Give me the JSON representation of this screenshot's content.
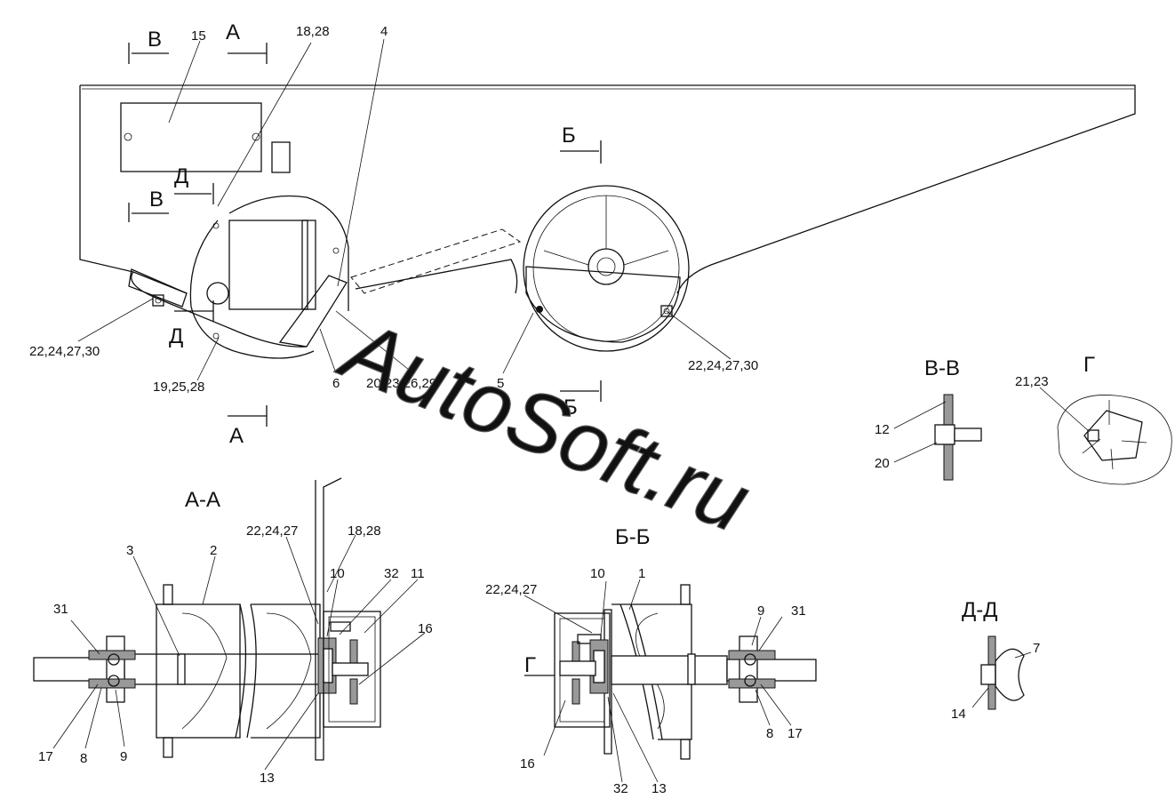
{
  "watermark": "AutoSoft.ru",
  "section_titles": {
    "aa": "А-А",
    "bb": "Б-Б",
    "vv": "В-В",
    "g": "Г",
    "dd": "Д-Д"
  },
  "section_markers": {
    "v_left_top": "В",
    "a_top": "А",
    "v_left_mid": "В",
    "d_top": "Д",
    "d_left": "Д",
    "a_bottom": "А",
    "b_top": "Б",
    "b_bottom": "Б",
    "g_bb": "Г"
  },
  "callouts_main": {
    "c15": "15",
    "c18_28_top": "18,28",
    "c4": "4",
    "c22_left": "22,24,27,30",
    "c19": "19,25,28",
    "c6": "6",
    "c20": "20,23,26,29",
    "c5": "5",
    "c22_right": "22,24,27,30"
  },
  "callouts_vv": {
    "c12": "12",
    "c20": "20"
  },
  "callouts_g": {
    "c21": "21,23"
  },
  "callouts_aa": {
    "c3": "3",
    "c2": "2",
    "c22": "22,24,27",
    "c18": "18,28",
    "c10": "10",
    "c32": "32",
    "c11": "11",
    "c16": "16",
    "c31": "31",
    "c17": "17",
    "c8": "8",
    "c9": "9",
    "c13": "13"
  },
  "callouts_bb": {
    "c22": "22,24,27",
    "c10": "10",
    "c1": "1",
    "c9": "9",
    "c31": "31",
    "c16": "16",
    "c32": "32",
    "c13": "13",
    "c8": "8",
    "c17": "17"
  },
  "callouts_dd": {
    "c7": "7",
    "c14": "14"
  }
}
